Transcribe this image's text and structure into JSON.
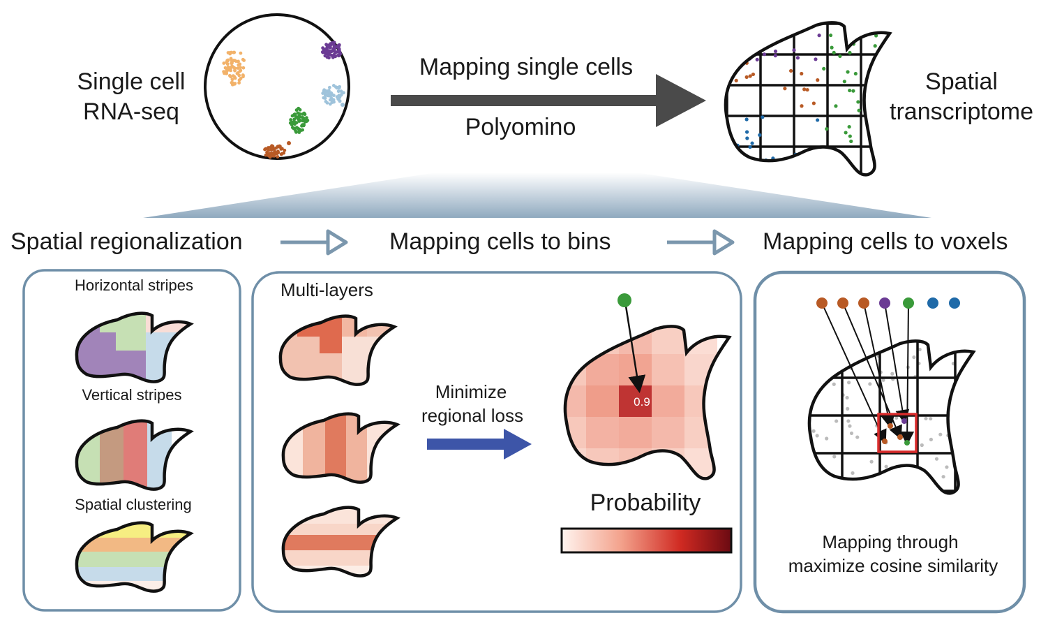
{
  "top": {
    "left_label_line1": "Single cell",
    "left_label_line2": "RNA-seq",
    "arrow_top_label": "Mapping single cells",
    "arrow_bottom_label": "Polyomino",
    "right_label_line1": "Spatial",
    "right_label_line2": "transcriptome"
  },
  "steps": {
    "step1": "Spatial regionalization",
    "step2": "Mapping cells to bins",
    "step3": "Mapping cells to voxels"
  },
  "panel1": {
    "horizontal": "Horizontal stripes",
    "vertical": "Vertical stripes",
    "clustering": "Spatial clustering"
  },
  "panel2": {
    "multilayers": "Multi-layers",
    "minimize_line1": "Minimize",
    "minimize_line2": "regional loss",
    "cell_value": "0.9",
    "probability": "Probability"
  },
  "panel3": {
    "caption_line1": "Mapping through",
    "caption_line2": "maximize cosine similarity"
  },
  "colors": {
    "cluster_orange": "#f2b26a",
    "cluster_purple": "#6b3b94",
    "cluster_lightblue": "#9fc3db",
    "cluster_green": "#3a9a3a",
    "cluster_brown": "#b85a25",
    "cluster_blue": "#1f6aa8",
    "panel_border": "#6f8fa8",
    "step_arrow": "#7b97ad",
    "main_arrow": "#4a4a4a",
    "minimize_arrow": "#3d55a8",
    "highlight_box": "#d92b2b"
  }
}
